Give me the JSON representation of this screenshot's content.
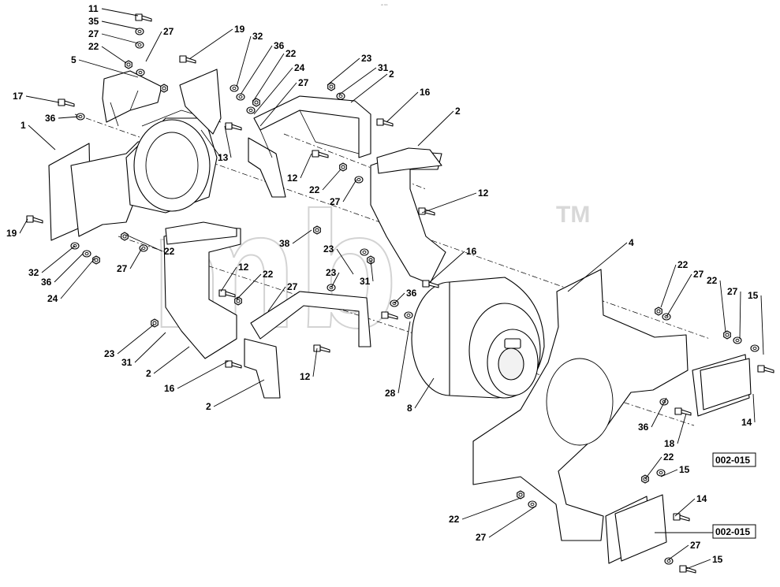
{
  "diagram": {
    "watermark": "mb",
    "watermark_mark": "TM",
    "top_note": "ᵃᵇ ᵇᵇᵇ",
    "reference_labels": [
      "002-015",
      "002-015"
    ],
    "callouts": [
      "11",
      "35",
      "27",
      "22",
      "5",
      "27",
      "19",
      "32",
      "36",
      "22",
      "24",
      "27",
      "23",
      "31",
      "2",
      "17",
      "36",
      "1",
      "13",
      "16",
      "12",
      "22",
      "2",
      "27",
      "12",
      "19",
      "22",
      "32",
      "36",
      "24",
      "27",
      "38",
      "23",
      "12",
      "22",
      "16",
      "23",
      "31",
      "36",
      "27",
      "23",
      "31",
      "2",
      "16",
      "12",
      "2",
      "28",
      "8",
      "4",
      "22",
      "27",
      "22",
      "27",
      "15",
      "36",
      "18",
      "14",
      "22",
      "15",
      "14",
      "22",
      "27",
      "27",
      "15"
    ]
  }
}
